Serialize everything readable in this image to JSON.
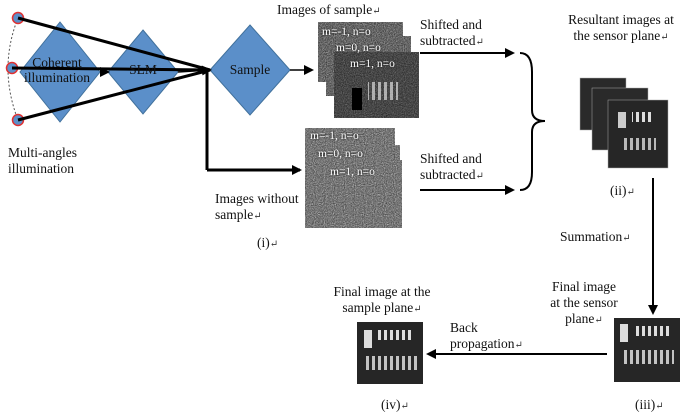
{
  "paragraph_mark": "↵",
  "nodes": {
    "coherent_illumination": "Coherent illumination",
    "slm": "SLM",
    "sample": "Sample"
  },
  "labels": {
    "multi_angles": "Multi-angles illumination",
    "images_of_sample": "Images of sample",
    "images_without_sample": "Images without sample",
    "shifted_subtracted_top": "Shifted and subtracted",
    "shifted_subtracted_bottom": "Shifted and subtracted",
    "resultant_images": "Resultant images at the sensor plane",
    "summation": "Summation",
    "final_image_sensor": "Final image at the sensor plane",
    "back_propagation": "Back propagation",
    "final_image_sample": "Final image at the sample plane"
  },
  "stack_labels": {
    "sample_stack": [
      "m=-1, n=o",
      "m=0, n=o",
      "m=1, n=o"
    ],
    "nosample_stack": [
      "m=-1, n=o",
      "m=0, n=o",
      "m=1, n=o"
    ]
  },
  "step_labels": {
    "i": "(i)",
    "ii": "(ii)",
    "iii": "(iii)",
    "iv": "(iv)"
  },
  "colors": {
    "diamond_fill": "#5b8fc9",
    "diamond_stroke": "#41719c",
    "dot_fill": "#5b8fc9",
    "dot_stroke": "#e03030",
    "arrow": "#000000"
  }
}
